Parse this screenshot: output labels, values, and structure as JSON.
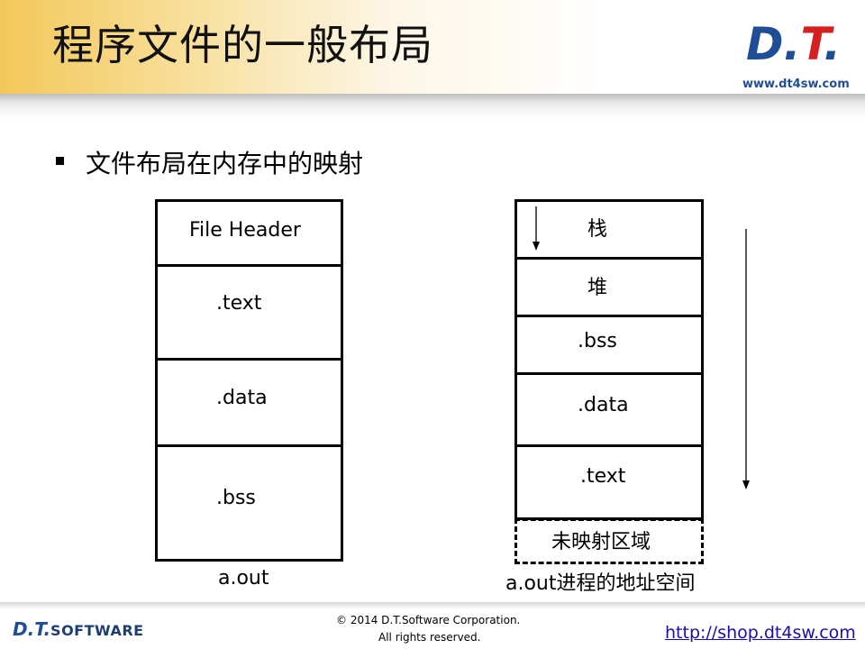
{
  "slide": {
    "title": "程序文件的一般布局",
    "subtitle": "文件布局在内存中的映射"
  },
  "brand": {
    "logo_d": "D",
    "logo_t": "T",
    "site": "www.dt4sw.com",
    "footer_logo_dt": "D.T.",
    "footer_logo_sw": "SOFTWARE",
    "url": "http://shop.dt4sw.com",
    "copyright": "© 2014 D.T.Software Corporation.",
    "rights": "All rights reserved.",
    "colors": {
      "blue": "#1f4e96",
      "red": "#d42020"
    }
  },
  "file_layout": {
    "sections": [
      "File Header",
      ".text",
      ".data",
      ".bss"
    ],
    "caption": "a.out"
  },
  "memory_layout": {
    "sections": [
      "栈",
      "堆",
      ".bss",
      ".data",
      ".text"
    ],
    "unmapped": "未映射区域",
    "caption": "a.out进程的地址空间"
  }
}
